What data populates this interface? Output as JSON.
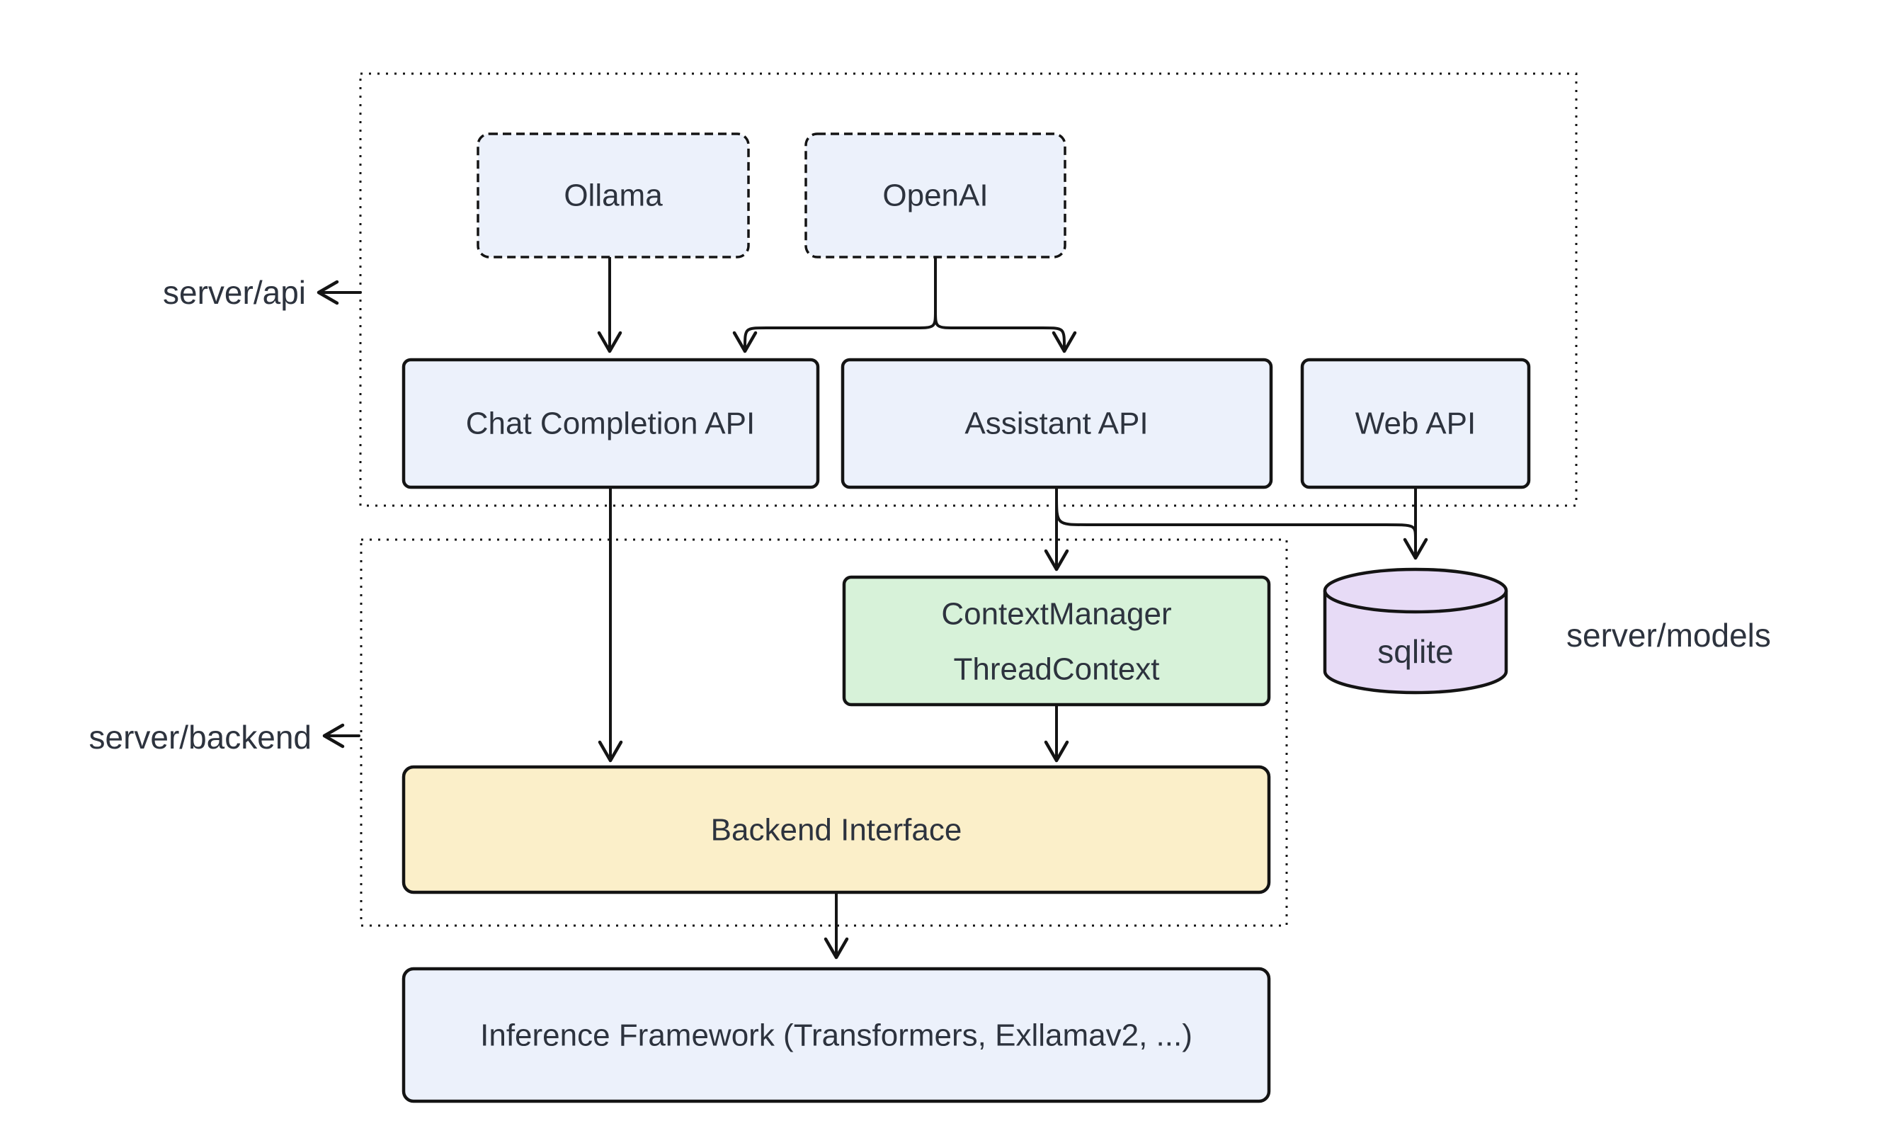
{
  "diagram": {
    "colors": {
      "background": "#FFFFFF",
      "node_blue": "#ECF1FB",
      "node_green": "#D7F2D9",
      "node_yellow": "#FBEFC9",
      "node_purple": "#E7DBF6",
      "stroke": "#141414",
      "text": "#2D333E"
    },
    "groups": {
      "api": {
        "label": "server/api"
      },
      "backend": {
        "label": "server/backend"
      },
      "models": {
        "label": "server/models"
      }
    },
    "nodes": {
      "ollama": {
        "label": "Ollama"
      },
      "openai": {
        "label": "OpenAI"
      },
      "chat_api": {
        "label": "Chat Completion API"
      },
      "assistant_api": {
        "label": "Assistant API"
      },
      "web_api": {
        "label": "Web API"
      },
      "context_manager": {
        "line1": "ContextManager",
        "line2": "ThreadContext"
      },
      "sqlite": {
        "label": "sqlite"
      },
      "backend_interface": {
        "label": "Backend Interface"
      },
      "inference": {
        "label": "Inference Framework (Transformers, Exllamav2, ...)"
      }
    },
    "edges": [
      {
        "from": "Ollama",
        "to": "Chat Completion API"
      },
      {
        "from": "OpenAI",
        "to": "Chat Completion API"
      },
      {
        "from": "OpenAI",
        "to": "Assistant API"
      },
      {
        "from": "Chat Completion API",
        "to": "Backend Interface"
      },
      {
        "from": "Assistant API",
        "to": "ContextManager ThreadContext"
      },
      {
        "from": "Assistant API",
        "to": "sqlite"
      },
      {
        "from": "Web API",
        "to": "sqlite"
      },
      {
        "from": "ContextManager ThreadContext",
        "to": "Backend Interface"
      },
      {
        "from": "Backend Interface",
        "to": "Inference Framework (Transformers, Exllamav2, ...)"
      },
      {
        "from": "server/api group border",
        "to": "server/api label"
      },
      {
        "from": "server/backend group border",
        "to": "server/backend label"
      }
    ]
  }
}
